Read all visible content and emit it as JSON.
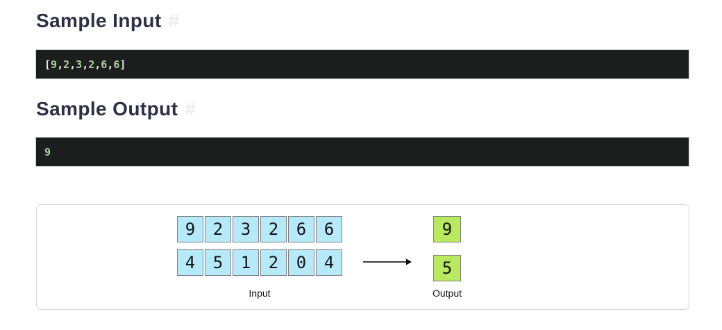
{
  "sample_input": {
    "heading": "Sample Input",
    "anchor": "#",
    "code_tokens": [
      {
        "text": "[",
        "type": "punct"
      },
      {
        "text": "9",
        "type": "num"
      },
      {
        "text": ",",
        "type": "punct"
      },
      {
        "text": "2",
        "type": "num"
      },
      {
        "text": ",",
        "type": "punct"
      },
      {
        "text": "3",
        "type": "num"
      },
      {
        "text": ",",
        "type": "punct"
      },
      {
        "text": "2",
        "type": "num"
      },
      {
        "text": ",",
        "type": "punct"
      },
      {
        "text": "6",
        "type": "num"
      },
      {
        "text": ",",
        "type": "punct"
      },
      {
        "text": "6",
        "type": "num"
      },
      {
        "text": "]",
        "type": "punct"
      }
    ]
  },
  "sample_output": {
    "heading": "Sample Output",
    "anchor": "#",
    "code_tokens": [
      {
        "text": "9",
        "type": "num"
      }
    ]
  },
  "diagram": {
    "input_rows": [
      [
        "9",
        "2",
        "3",
        "2",
        "6",
        "6"
      ],
      [
        "4",
        "5",
        "1",
        "2",
        "0",
        "4"
      ]
    ],
    "output_values": [
      "9",
      "5"
    ],
    "input_label": "Input",
    "output_label": "Output"
  },
  "colors": {
    "heading_text": "#2b3044",
    "anchor": "#ebecef",
    "code_background": "#1c1d1d",
    "code_number": "#abd09c",
    "code_punct": "#e8eae7",
    "cell_blue": "#b6eafb",
    "cell_green": "#b9e95f",
    "cell_border": "#7f7f7f",
    "card_border": "#d8d8d8",
    "arrow": "#000000"
  }
}
